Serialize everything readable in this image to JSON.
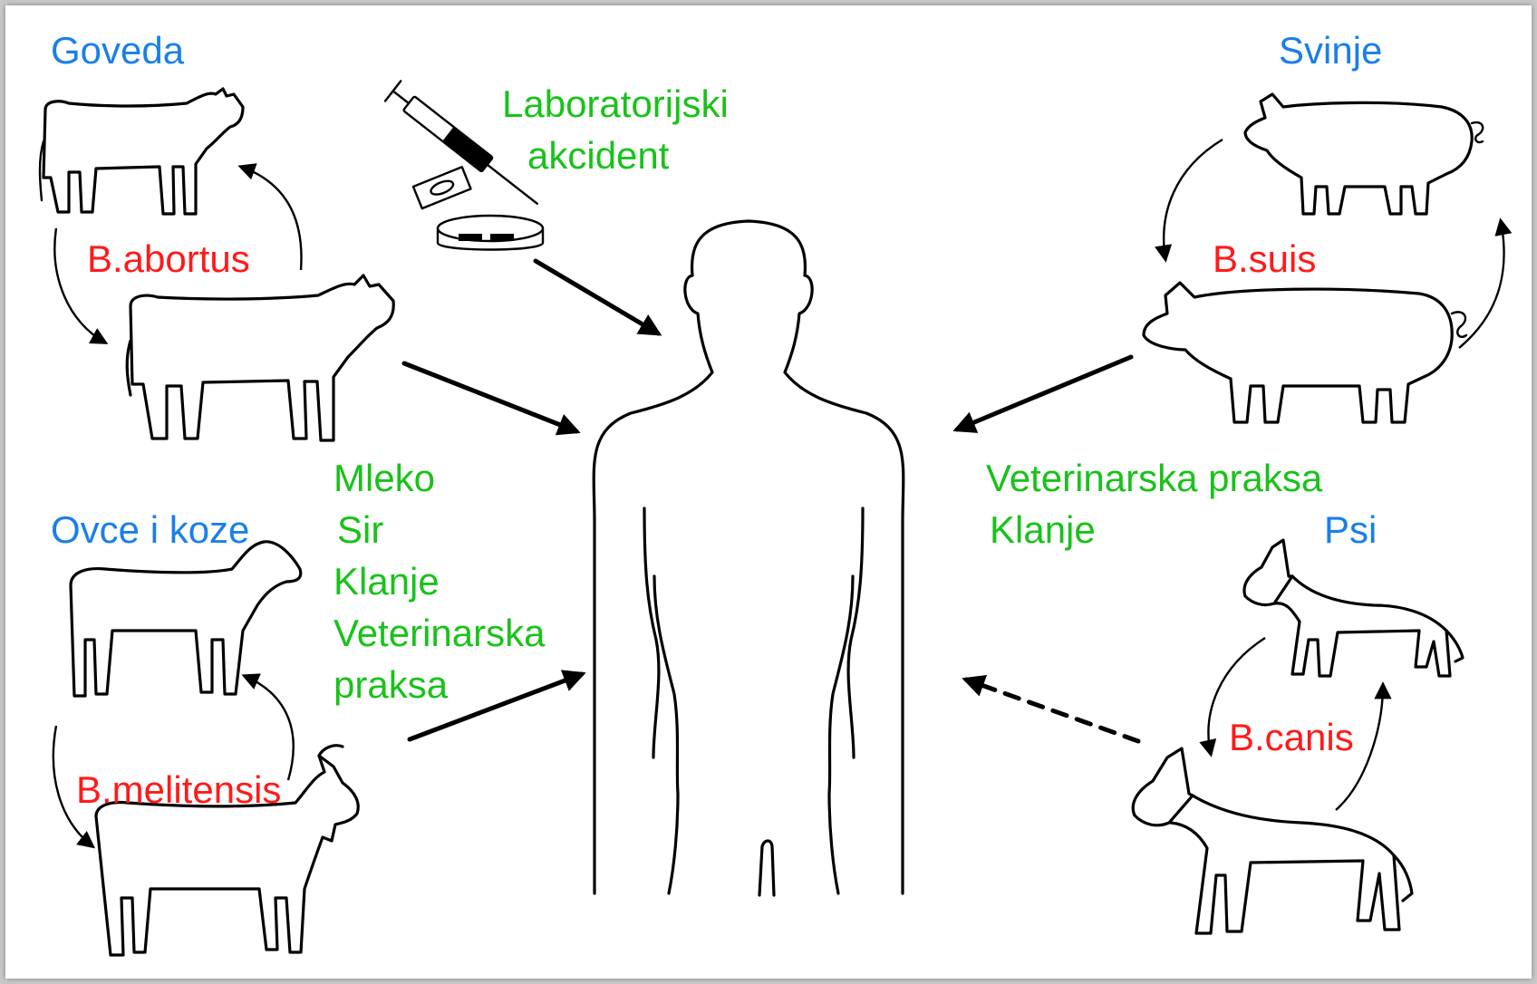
{
  "colors": {
    "host_label": "#1a7fe8",
    "species_label": "#ff1a1a",
    "route_label": "#19c21a",
    "background": "#ffffff"
  },
  "hosts": {
    "cattle": "Goveda",
    "sheep_goats": "Ovce i koze",
    "pigs": "Svinje",
    "dogs": "Psi"
  },
  "species": {
    "abortus": "B.abortus",
    "melitensis": "B.melitensis",
    "suis": "B.suis",
    "canis": "B.canis"
  },
  "routes": {
    "lab_accident": [
      "Laboratorijski",
      "akcident"
    ],
    "food_and_contact": [
      "Mleko",
      "Sir",
      "Klanje",
      "Veterinarska",
      "praksa"
    ],
    "occupational": [
      "Veterinarska praksa",
      "Klanje"
    ]
  },
  "icons": [
    "cow-icon",
    "sheep-icon",
    "goat-icon",
    "pig-icon",
    "dog-icon",
    "syringe-icon",
    "petri-dish-icon",
    "slide-icon",
    "human-silhouette-icon"
  ]
}
